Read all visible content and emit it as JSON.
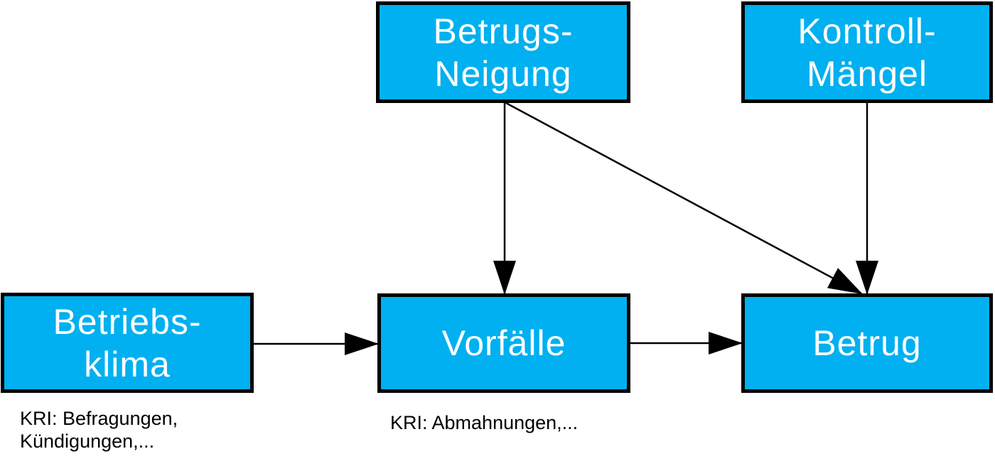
{
  "diagram": {
    "title": "fraud-risk-cause-effect-diagram",
    "colors": {
      "node_fill": "#00b0f0",
      "node_border": "#000000",
      "node_text": "#ffffff",
      "arrow": "#000000",
      "background": "#ffffff",
      "annotation_text": "#000000"
    },
    "nodes": [
      {
        "id": "betrugs_neigung",
        "label": "Betrugs-\nNeigung"
      },
      {
        "id": "kontroll_maengel",
        "label": "Kontroll-\nMängel"
      },
      {
        "id": "betriebs_klima",
        "label": "Betriebs-\nklima"
      },
      {
        "id": "vorfaelle",
        "label": "Vorfälle"
      },
      {
        "id": "betrug",
        "label": "Betrug"
      }
    ],
    "annotations": [
      {
        "id": "kri_betriebsklima",
        "text": "KRI: Befragungen,\nKündigungen,..."
      },
      {
        "id": "kri_vorfaelle",
        "text": "KRI: Abmahnungen,..."
      }
    ],
    "edges": [
      {
        "from": "betriebs_klima",
        "to": "vorfaelle"
      },
      {
        "from": "vorfaelle",
        "to": "betrug"
      },
      {
        "from": "betrugs_neigung",
        "to": "vorfaelle"
      },
      {
        "from": "betrugs_neigung",
        "to": "betrug"
      },
      {
        "from": "kontroll_maengel",
        "to": "betrug"
      }
    ]
  }
}
